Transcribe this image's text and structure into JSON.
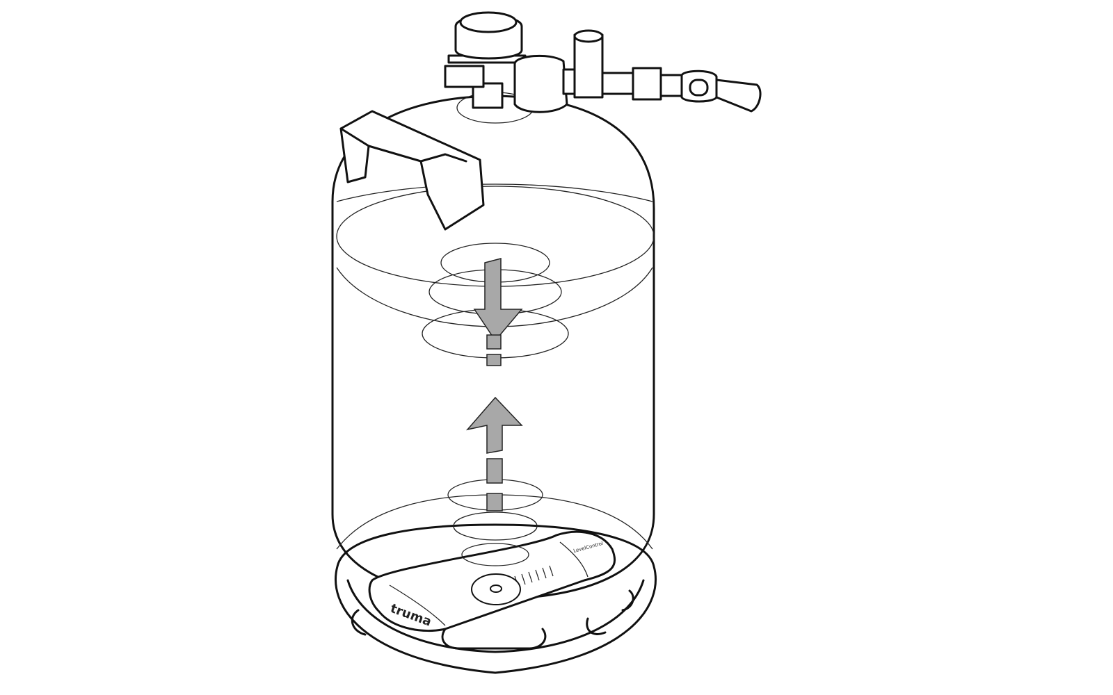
{
  "illustration": {
    "subject": "gas-bottle-with-level-sensor",
    "logo_text": "truma",
    "sensor_label": "LevelControl",
    "colors": {
      "line": "#111111",
      "arrow_fill": "#a8a8a8",
      "background": "#ffffff"
    }
  }
}
